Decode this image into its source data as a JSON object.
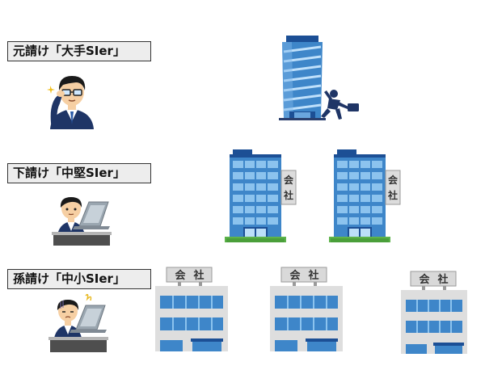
{
  "tiers": [
    {
      "label": "元請け「大手SIer」",
      "building": "skyscraper-icon",
      "person": "businessman-adjusting-glasses-icon"
    },
    {
      "label": "下請け「中堅SIer」",
      "building": "office-building-icon",
      "count": 2,
      "sign": [
        "会",
        "社"
      ],
      "person": "businessman-at-laptop-icon"
    },
    {
      "label": "孫請け「中小SIer」",
      "building": "small-company-building-icon",
      "count": 3,
      "sign": [
        "会",
        "社"
      ],
      "person": "tired-businessman-at-laptop-icon"
    }
  ],
  "colors": {
    "label_bg": "#ededed",
    "label_border": "#333333",
    "glass_blue": "#3e86c9",
    "glass_light": "#8cc3ee",
    "building_gray": "#dedede",
    "suit_navy": "#1f3566",
    "grass": "#5db34a"
  }
}
